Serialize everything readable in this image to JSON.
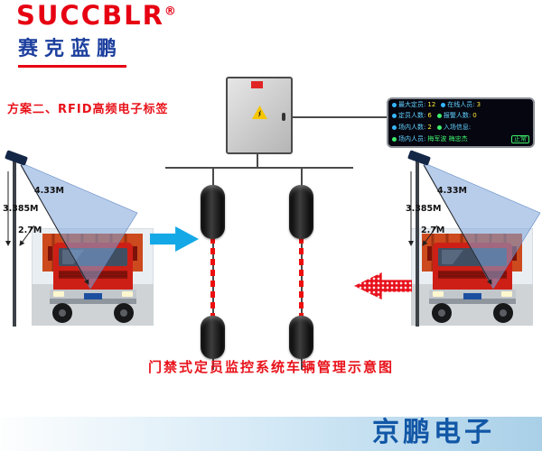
{
  "brand": {
    "logo": "SUCCBLR",
    "reg": "®",
    "logo_sub": "赛克蓝鹏"
  },
  "scheme_label": "方案二、RFID高频电子标签",
  "caption": "门禁式定员监控系统车辆管理示意图",
  "footer": {
    "brand": "京鹏电子"
  },
  "display_panel": {
    "rows": [
      {
        "cells": [
          {
            "label": "最大定员",
            "value": "12"
          },
          {
            "label": "在线人员",
            "value": "3"
          }
        ]
      },
      {
        "cells": [
          {
            "label": "定员人数",
            "value": "6"
          },
          {
            "label": "报警人数",
            "value": "0"
          }
        ]
      },
      {
        "cells": [
          {
            "label": "场内人数",
            "value": "2"
          },
          {
            "label": "入场信息",
            "value": ""
          }
        ]
      },
      {
        "cells": [
          {
            "label": "场内人员",
            "value": "梅军波 梅忠杰"
          },
          {
            "label": "",
            "value": "正常"
          }
        ]
      }
    ]
  },
  "measurements": {
    "left": {
      "beam_length": "4.33M",
      "pole_height": "3.385M",
      "mount_height": "2.7M"
    },
    "right": {
      "beam_length": "4.33M",
      "pole_height": "3.385M",
      "mount_height": "2.7M"
    }
  },
  "colors": {
    "accent_red": "#e8121a",
    "brand_red": "#e60012",
    "brand_blue": "#1c3f9e",
    "footer_blue": "#1257a6",
    "arrow_blue": "#14a9e6",
    "arrow_red": "#e8111c",
    "beam_red": "#ef0e0e"
  }
}
